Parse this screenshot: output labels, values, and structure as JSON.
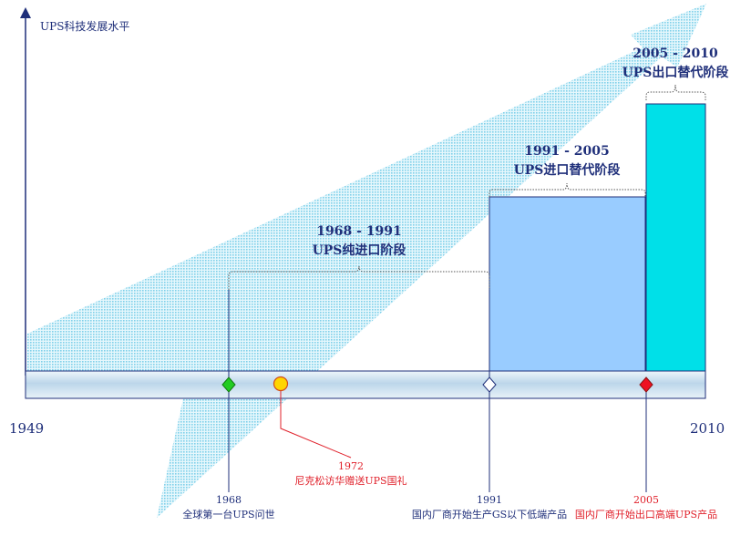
{
  "y_axis_label": "UPS科技发展水平",
  "year_start": "1949",
  "year_end": "2010",
  "phases": [
    {
      "period": "1968 - 1991",
      "name": "UPS纯进口阶段"
    },
    {
      "period": "1991 - 2005",
      "name": "UPS进口替代阶段"
    },
    {
      "period": "2005 - 2010",
      "name": "UPS出口替代阶段"
    }
  ],
  "milestones": [
    {
      "year": "1968",
      "text": "全球第一台UPS问世",
      "color": "#1f2f7a",
      "marker": "green-diamond"
    },
    {
      "year": "1972",
      "text": "尼克松访华赠送UPS国礼",
      "color": "#e0202a",
      "marker": "yellow-circle"
    },
    {
      "year": "1991",
      "text": "国内厂商开始生产GS以下低端产品",
      "color": "#1f2f7a",
      "marker": "white-diamond"
    },
    {
      "year": "2005",
      "text": "国内厂商开始出口高端UPS产品",
      "color": "#e0202a",
      "marker": "red-diamond"
    }
  ],
  "colors": {
    "navy": "#1f2f7a",
    "red": "#e0202a",
    "phase2_fill": "#99ccff",
    "phase3_fill": "#00e0e8",
    "arrow_fill": "#bfe9f5"
  }
}
